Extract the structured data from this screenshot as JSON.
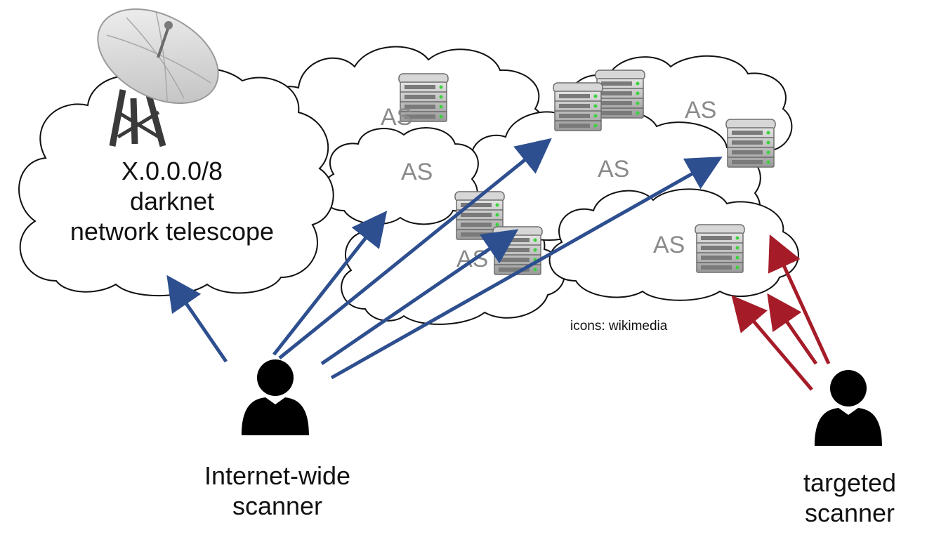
{
  "darknet": {
    "lines": [
      "X.0.0.0/8",
      "darknet",
      "network telescope"
    ]
  },
  "as_label": "AS",
  "credit": "icons: wikimedia",
  "scanners": {
    "internet_wide": {
      "lines": [
        "Internet-wide",
        "scanner"
      ]
    },
    "targeted": {
      "lines": [
        "targeted",
        "scanner"
      ]
    }
  },
  "colors": {
    "internet_wide_arrow": "#2e4f8f",
    "targeted_arrow": "#a51c28",
    "cloud_stroke": "#111111",
    "as_text": "#8a8a8a",
    "person": "#000000"
  },
  "icons": [
    "satellite-dish-icon",
    "server-rack-icon",
    "person-icon"
  ]
}
